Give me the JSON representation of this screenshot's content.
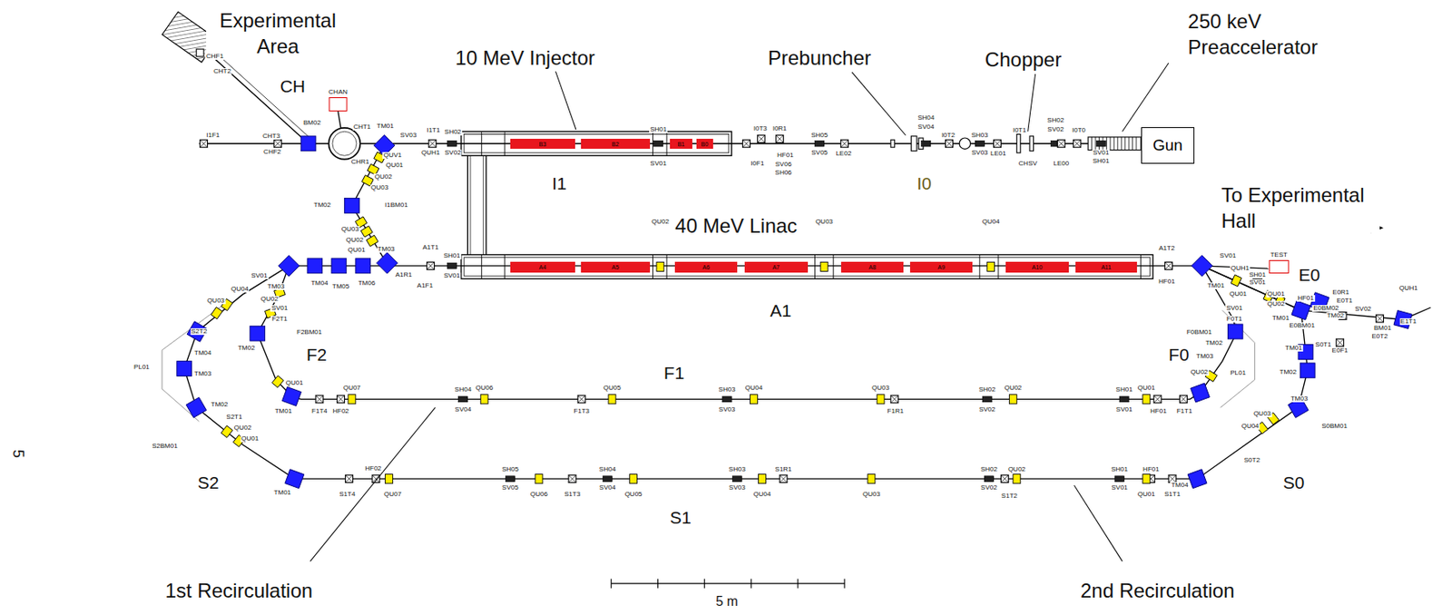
{
  "diagram": {
    "nodes": [
      {
        "text": [
          "CHAN"
        ]
      },
      {
        "text": [
          "B3"
        ]
      },
      {
        "text": [
          "B2"
        ]
      },
      {
        "text": [
          "B1"
        ]
      },
      {
        "text": [
          "B0"
        ]
      },
      {
        "text": [
          "Gun"
        ]
      },
      {
        "text": [
          "A4"
        ]
      },
      {
        "text": [
          "A5"
        ]
      },
      {
        "text": [
          "A6"
        ]
      },
      {
        "text": [
          "A7"
        ]
      },
      {
        "text": [
          "A8"
        ]
      },
      {
        "text": [
          "A9"
        ]
      },
      {
        "text": [
          "A10"
        ]
      },
      {
        "text": [
          "A11"
        ]
      },
      {
        "text": [
          "TEST"
        ]
      }
    ],
    "labels": [
      "Experimental Area",
      "10 MeV Injector",
      "Prebuncher",
      "Chopper",
      "250 keV Preaccelerator",
      "40 MeV Linac",
      "To Experimental Hall",
      "1st Recirculation",
      "2nd Recirculation",
      "CH",
      "I1",
      "I0",
      "A1",
      "E0",
      "F2",
      "F1",
      "F0",
      "S2",
      "S1",
      "S0",
      "5 m",
      "5",
      "CHF1",
      "CHT2",
      "I1F1",
      "CHT3",
      "CHF2",
      "BM02",
      "CHT1",
      "CHR1",
      "TM01",
      "SV03",
      "I1T1",
      "SH02",
      "QUH1",
      "SV02",
      "QUV1",
      "QU01",
      "QU02",
      "QU03",
      "TM02",
      "I1BM01",
      "QU03",
      "QU02",
      "QU01",
      "TM03",
      "A1T1",
      "SH01",
      "A1R1",
      "A1F1",
      "SV01",
      "SH01",
      "SV01",
      "I0T3",
      "I0R1",
      "HF01",
      "I0F1",
      "SV06",
      "SH06",
      "SH05",
      "SV05",
      "LE02",
      "SH04",
      "SV04",
      "I0T2",
      "SH03",
      "SV03",
      "LE01",
      "I0T1",
      "SH02",
      "SV02",
      "CHSV",
      "LE00",
      "I0T0",
      "SV01",
      "SH01",
      "QU02",
      "QU03",
      "QU04",
      "A1T2",
      "HF01",
      "SV01",
      "QUH1",
      "SH01",
      "SV01",
      "TM01",
      "QU01",
      "QU01",
      "SV01",
      "QU02",
      "F0T1",
      "TM01",
      "HF01",
      "E0R1",
      "E0T1",
      "E0BM02",
      "TM02",
      "E0BM01",
      "SV02",
      "QUH1",
      "E1T1",
      "BM01",
      "E0T2",
      "E0F1",
      "S0T1",
      "TM01",
      "F0BM01",
      "TM02",
      "TM03",
      "PL01",
      "QU02",
      "TM02",
      "TM03",
      "S0BM01",
      "QU03",
      "QU04",
      "S0T2",
      "TM04",
      "TM01",
      "QU01",
      "F1T4",
      "HF02",
      "QU07",
      "SH04",
      "SV04",
      "QU06",
      "F1T3",
      "QU05",
      "SH03",
      "SV03",
      "QU04",
      "QU03",
      "F1R1",
      "SH02",
      "SV02",
      "QU02",
      "SH01",
      "SV01",
      "QU01",
      "HF01",
      "F1T1",
      "SV01",
      "TM03",
      "TM04",
      "TM05",
      "TM06",
      "QU04",
      "QU03",
      "QU02",
      "SV01",
      "F2T1",
      "S2T2",
      "TM02",
      "F2BM01",
      "TM04",
      "PL01",
      "TM03",
      "TM02",
      "S2T1",
      "QU02",
      "QU01",
      "S2BM01",
      "TM01",
      "S1T4",
      "HF02",
      "QU07",
      "SH05",
      "SV05",
      "QU06",
      "S1T3",
      "SH04",
      "SV04",
      "QU05",
      "SH03",
      "SV03",
      "QU04",
      "S1R1",
      "QU03",
      "SH02",
      "SV02",
      "QU02",
      "S1T2",
      "SH01",
      "SV01",
      "HF01",
      "QU01",
      "S1T1"
    ]
  }
}
